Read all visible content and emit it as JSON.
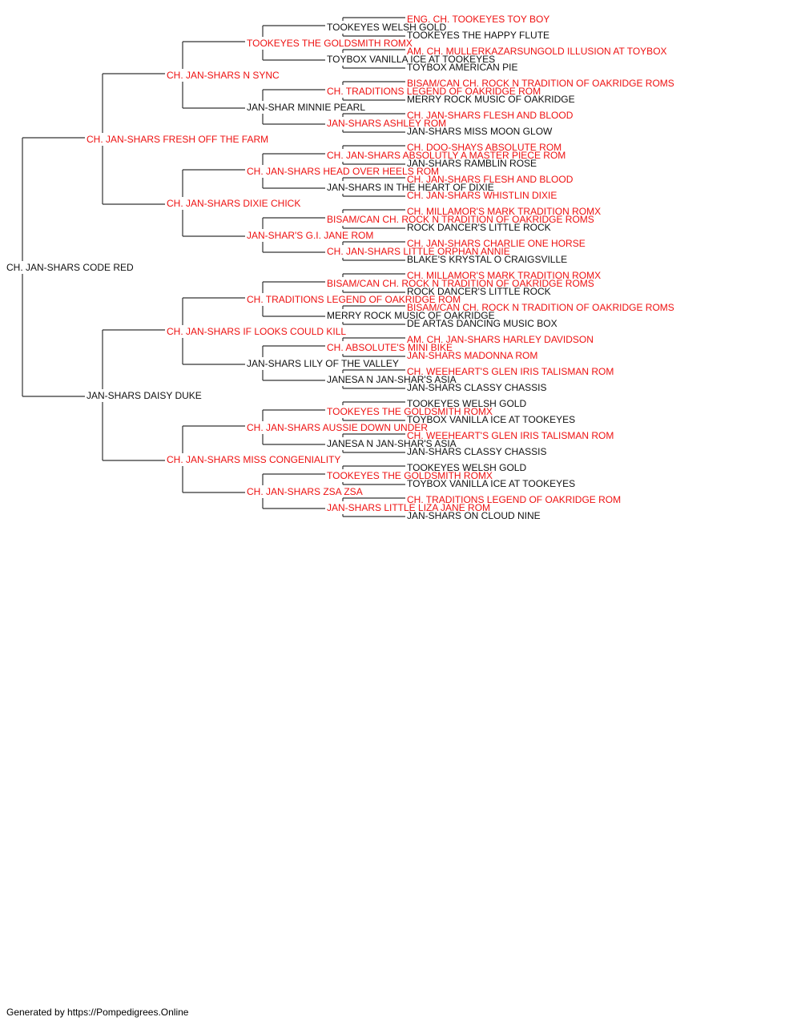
{
  "colors": {
    "champion": "#ee1111",
    "normal": "#111111",
    "line": "#333333"
  },
  "pedigree": {
    "name": "CH. JAN-SHARS CODE RED",
    "red": false,
    "sire": {
      "name": "CH. JAN-SHARS FRESH OFF THE FARM",
      "red": true,
      "sire": {
        "name": "CH. JAN-SHARS N SYNC",
        "red": true,
        "sire": {
          "name": "TOOKEYES THE GOLDSMITH ROMX",
          "red": true,
          "sire": {
            "name": "TOOKEYES WELSH GOLD",
            "red": false,
            "sire": {
              "name": "ENG. CH. TOOKEYES TOY BOY",
              "red": true
            },
            "dam": {
              "name": "TOOKEYES THE HAPPY FLUTE",
              "red": false
            }
          },
          "dam": {
            "name": "TOYBOX VANILLA ICE AT TOOKEYES",
            "red": false,
            "sire": {
              "name": "AM. CH. MULLERKAZARSUNGOLD ILLUSION AT TOYBOX",
              "red": true
            },
            "dam": {
              "name": "TOYBOX AMERICAN PIE",
              "red": false
            }
          }
        },
        "dam": {
          "name": "JAN-SHAR MINNIE PEARL",
          "red": false,
          "sire": {
            "name": "CH. TRADITIONS LEGEND OF OAKRIDGE ROM",
            "red": true,
            "sire": {
              "name": "BISAM/CAN CH. ROCK N TRADITION OF OAKRIDGE ROMS",
              "red": true
            },
            "dam": {
              "name": "MERRY ROCK MUSIC OF OAKRIDGE",
              "red": false
            }
          },
          "dam": {
            "name": "JAN-SHARS ASHLEY ROM",
            "red": true,
            "sire": {
              "name": "CH. JAN-SHARS FLESH AND BLOOD",
              "red": true
            },
            "dam": {
              "name": "JAN-SHARS MISS MOON GLOW",
              "red": false
            }
          }
        }
      },
      "dam": {
        "name": "CH. JAN-SHARS DIXIE CHICK",
        "red": true,
        "sire": {
          "name": "CH. JAN-SHARS HEAD OVER HEELS ROM",
          "red": true,
          "sire": {
            "name": "CH. JAN-SHARS ABSOLUTLY A MASTER PIECE ROM",
            "red": true,
            "sire": {
              "name": "CH. DOO-SHAYS ABSOLUTE ROM",
              "red": true
            },
            "dam": {
              "name": "JAN-SHARS RAMBLIN ROSE",
              "red": false
            }
          },
          "dam": {
            "name": "JAN-SHARS IN THE HEART OF DIXIE",
            "red": false,
            "sire": {
              "name": "CH. JAN-SHARS FLESH AND BLOOD",
              "red": true
            },
            "dam": {
              "name": "CH. JAN-SHARS WHISTLIN DIXIE",
              "red": true
            }
          }
        },
        "dam": {
          "name": "JAN-SHAR'S G.I. JANE ROM",
          "red": true,
          "sire": {
            "name": "BISAM/CAN CH. ROCK N TRADITION OF OAKRIDGE ROMS",
            "red": true,
            "sire": {
              "name": "CH. MILLAMOR'S MARK TRADITION ROMX",
              "red": true
            },
            "dam": {
              "name": "ROCK DANCER'S LITTLE ROCK",
              "red": false
            }
          },
          "dam": {
            "name": "CH. JAN-SHARS LITTLE ORPHAN ANNIE",
            "red": true,
            "sire": {
              "name": "CH. JAN-SHARS CHARLIE ONE HORSE",
              "red": true
            },
            "dam": {
              "name": "BLAKE'S KRYSTAL O CRAIGSVILLE",
              "red": false
            }
          }
        }
      }
    },
    "dam": {
      "name": "JAN-SHARS DAISY DUKE",
      "red": false,
      "sire": {
        "name": "CH. JAN-SHARS IF LOOKS COULD KILL",
        "red": true,
        "sire": {
          "name": "CH. TRADITIONS LEGEND OF OAKRIDGE ROM",
          "red": true,
          "sire": {
            "name": "BISAM/CAN CH. ROCK N TRADITION OF OAKRIDGE ROMS",
            "red": true,
            "sire": {
              "name": "CH. MILLAMOR'S MARK TRADITION ROMX",
              "red": true
            },
            "dam": {
              "name": "ROCK DANCER'S LITTLE ROCK",
              "red": false
            }
          },
          "dam": {
            "name": "MERRY ROCK MUSIC OF OAKRIDGE",
            "red": false,
            "sire": {
              "name": "BISAM/CAN CH. ROCK N TRADITION OF OAKRIDGE ROMS",
              "red": true
            },
            "dam": {
              "name": "DE ARTAS DANCING MUSIC BOX",
              "red": false
            }
          }
        },
        "dam": {
          "name": "JAN-SHARS LILY OF THE VALLEY",
          "red": false,
          "sire": {
            "name": "CH. ABSOLUTE'S MINI BIKE",
            "red": true,
            "sire": {
              "name": "AM. CH. JAN-SHARS HARLEY DAVIDSON",
              "red": true
            },
            "dam": {
              "name": "JAN-SHARS MADONNA ROM",
              "red": true
            }
          },
          "dam": {
            "name": "JANESA N JAN-SHAR'S ASIA",
            "red": false,
            "sire": {
              "name": "CH. WEEHEART'S GLEN IRIS TALISMAN ROM",
              "red": true
            },
            "dam": {
              "name": "JAN-SHARS CLASSY CHASSIS",
              "red": false
            }
          }
        }
      },
      "dam": {
        "name": "CH. JAN-SHARS MISS CONGENIALITY",
        "red": true,
        "sire": {
          "name": "CH. JAN-SHARS AUSSIE DOWN UNDER",
          "red": true,
          "sire": {
            "name": "TOOKEYES THE GOLDSMITH ROMX",
            "red": true,
            "sire": {
              "name": "TOOKEYES WELSH GOLD",
              "red": false
            },
            "dam": {
              "name": "TOYBOX VANILLA ICE AT TOOKEYES",
              "red": false
            }
          },
          "dam": {
            "name": "JANESA N JAN-SHAR'S ASIA",
            "red": false,
            "sire": {
              "name": "CH. WEEHEART'S GLEN IRIS TALISMAN ROM",
              "red": true
            },
            "dam": {
              "name": "JAN-SHARS CLASSY CHASSIS",
              "red": false
            }
          }
        },
        "dam": {
          "name": "CH. JAN-SHARS ZSA ZSA",
          "red": true,
          "sire": {
            "name": "TOOKEYES THE GOLDSMITH ROMX",
            "red": true,
            "sire": {
              "name": "TOOKEYES WELSH GOLD",
              "red": false
            },
            "dam": {
              "name": "TOYBOX VANILLA ICE AT TOOKEYES",
              "red": false
            }
          },
          "dam": {
            "name": "JAN-SHARS LITTLE LIZA JANE ROM",
            "red": true,
            "sire": {
              "name": "CH. TRADITIONS LEGEND OF OAKRIDGE ROM",
              "red": true
            },
            "dam": {
              "name": "JAN-SHARS ON CLOUD NINE",
              "red": false
            }
          }
        }
      }
    }
  },
  "footer": "Generated by https://Pompedigrees.Online"
}
